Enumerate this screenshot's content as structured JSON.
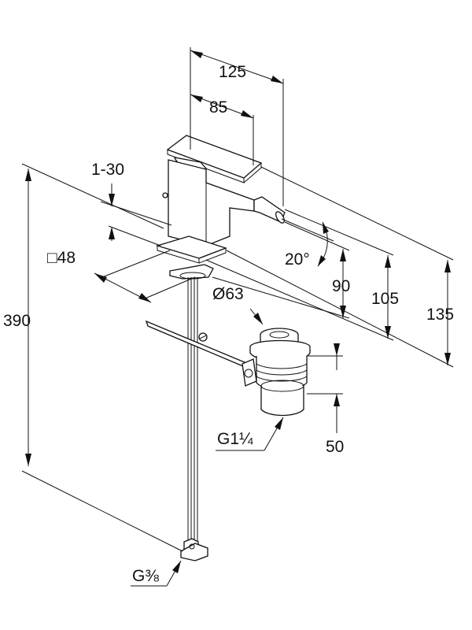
{
  "dimensions": {
    "d125": "125",
    "d85": "85",
    "d1_30": "1-30",
    "d48": "□48",
    "d390": "390",
    "d20deg": "20°",
    "d90": "90",
    "d105": "105",
    "d135": "135",
    "d63": "Ø63",
    "d50": "50",
    "g1_1_4": "G1¼",
    "g3_8": "G⅜"
  }
}
